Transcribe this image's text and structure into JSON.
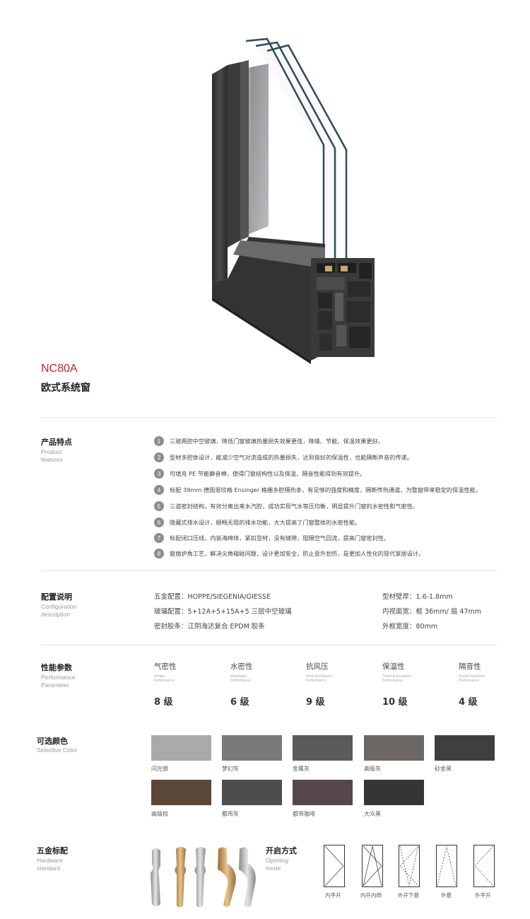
{
  "product": {
    "model": "NC80A",
    "subtitle": "欧式系统窗"
  },
  "features": {
    "title": "产品特点",
    "en": [
      "Product",
      "features"
    ],
    "items": [
      {
        "num": "1",
        "text": "三玻两腔中空玻璃，降低门窗玻璃热量损失效果更佳，降噪、节能、保温效果更好。"
      },
      {
        "num": "2",
        "text": "型材多腔体设计，能减少空气对流造成的热量损失，达到良好的保温性，也能隔断声音的传递。"
      },
      {
        "num": "3",
        "text": "可填充 PE 节能静音棉，使得门窗结构性以及保温、隔音性能得到有效提升。"
      },
      {
        "num": "4",
        "text": "标配 39mm 德国恩欣格 Ensinger 格栅多腔隔热条，有足够的强度和精度，隔断传热通道，为整窗带来稳定的保温性能。"
      },
      {
        "num": "5",
        "text": "三道密封结构，有效分离出来水汽腔，成功实现气水等压均衡，明显提升门窗的水密性和气密性。"
      },
      {
        "num": "6",
        "text": "隐藏式排水设计，顺畅无阻的排水功能，大大提高了门窗整体的水密性能。"
      },
      {
        "num": "7",
        "text": "标配闭口压线，内装海绵体，紧扣型材，没有缝隙，阻隔空气回流，提高门窗密封性。"
      },
      {
        "num": "8",
        "text": "窗扇护角工艺，解决尖角磕碰问题，设计更加安全，防止意外划伤，是更加人性化的现代家居设计。"
      }
    ]
  },
  "config": {
    "title": "配置说明",
    "en": [
      "Configuration",
      "description"
    ],
    "left": [
      "五金配置：HOPPE/SIEGENIA/GIESSE",
      "玻璃配置：5+12A+5+15A+5 三层中空玻璃",
      "密封胶条：江阴海达复合 EPDM 胶条"
    ],
    "right": [
      "型材壁厚：1.6-1.8mm",
      "内视面宽：框 36mm/ 扇 47mm",
      "外框宽度：80mm"
    ]
  },
  "performance": {
    "title": "性能参数",
    "en": [
      "Performance",
      "Parameter"
    ],
    "items": [
      {
        "name": "气密性",
        "en1": "Airtight",
        "en2": "Performance",
        "value": "8 级"
      },
      {
        "name": "水密性",
        "en1": "Watertight",
        "en2": "Performance",
        "value": "6 级"
      },
      {
        "name": "抗风压",
        "en1": "Wind Resistance",
        "en2": "Performance",
        "value": "9 级"
      },
      {
        "name": "保温性",
        "en1": "Thermal Insulation",
        "en2": "Performance",
        "value": "10 级"
      },
      {
        "name": "隔音性",
        "en1": "Sound Insulation",
        "en2": "Performance",
        "value": "4 级"
      }
    ]
  },
  "colors": {
    "title": "可选颜色",
    "en": "Selective Color",
    "items": [
      {
        "name": "闪光银",
        "hex": "#a9aaac"
      },
      {
        "name": "梦幻灰",
        "hex": "#7a7879"
      },
      {
        "name": "金属灰",
        "hex": "#5b5b5d"
      },
      {
        "name": "高级灰",
        "hex": "#6b6765"
      },
      {
        "name": "砂金黑",
        "hex": "#3f3f40"
      },
      {
        "name": "高级棕",
        "hex": "#5b4738"
      },
      {
        "name": "都市灰",
        "hex": "#4b4d4f"
      },
      {
        "name": "都市咖啡",
        "hex": "#56484a"
      },
      {
        "name": "大众黑",
        "hex": "#353535"
      }
    ]
  },
  "hardware": {
    "title": "五金标配",
    "en": [
      "Hardware",
      "standard"
    ]
  },
  "opening": {
    "title": "开启方式",
    "en": [
      "Opening",
      "mode"
    ],
    "modes": [
      "内平开",
      "内开内倒",
      "外开下悬",
      "外悬",
      "外平开"
    ]
  }
}
